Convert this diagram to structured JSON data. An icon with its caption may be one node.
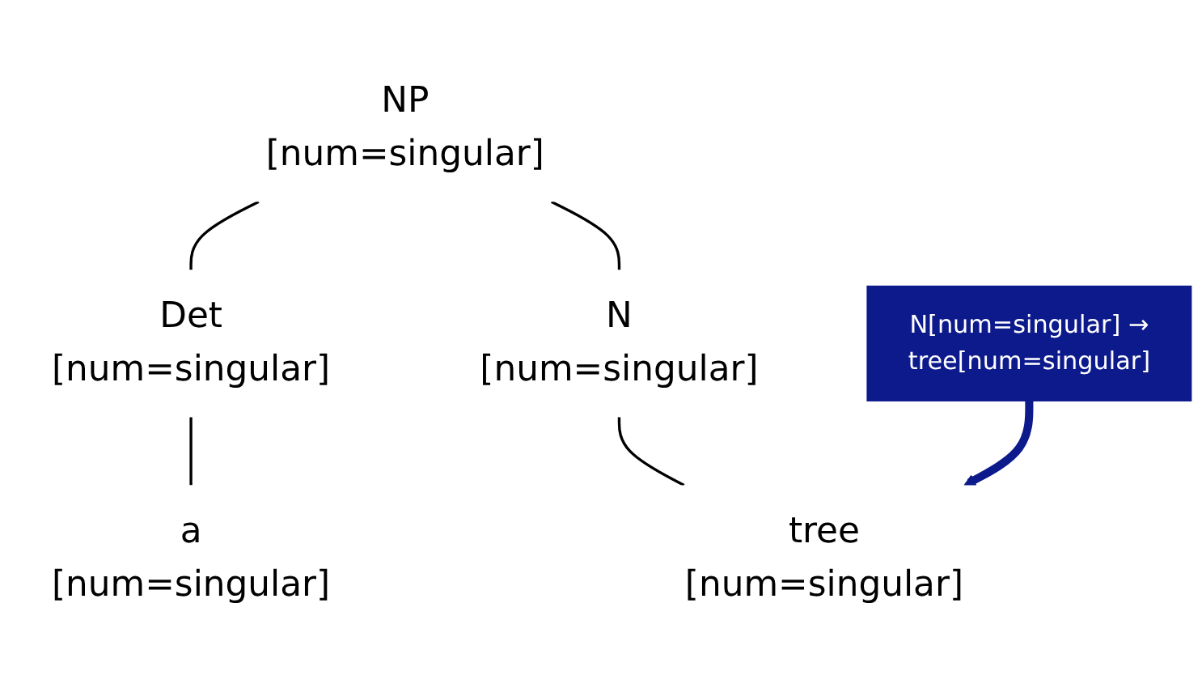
{
  "diagram": {
    "nodes": [
      {
        "text": [
          "NP",
          "[num=singular]"
        ]
      },
      {
        "text": [
          "Det",
          "[num=singular]"
        ]
      },
      {
        "text": [
          "N",
          "[num=singular]"
        ]
      },
      {
        "text": [
          "a",
          "[num=singular]"
        ]
      },
      {
        "text": [
          "tree",
          "[num=singular]"
        ]
      },
      {
        "text": [
          "N[num=singular] →",
          "tree[num=singular]"
        ]
      }
    ],
    "edges": [
      {
        "from": 0,
        "to": 1,
        "arrow": "none"
      },
      {
        "from": 0,
        "to": 2,
        "arrow": "none"
      },
      {
        "from": 1,
        "to": 3,
        "arrow": "none"
      },
      {
        "from": 2,
        "to": 4,
        "arrow": "none"
      },
      {
        "from": 5,
        "to": 4,
        "arrow": "to",
        "style": "thick",
        "color": "#0d1a8c"
      }
    ]
  }
}
